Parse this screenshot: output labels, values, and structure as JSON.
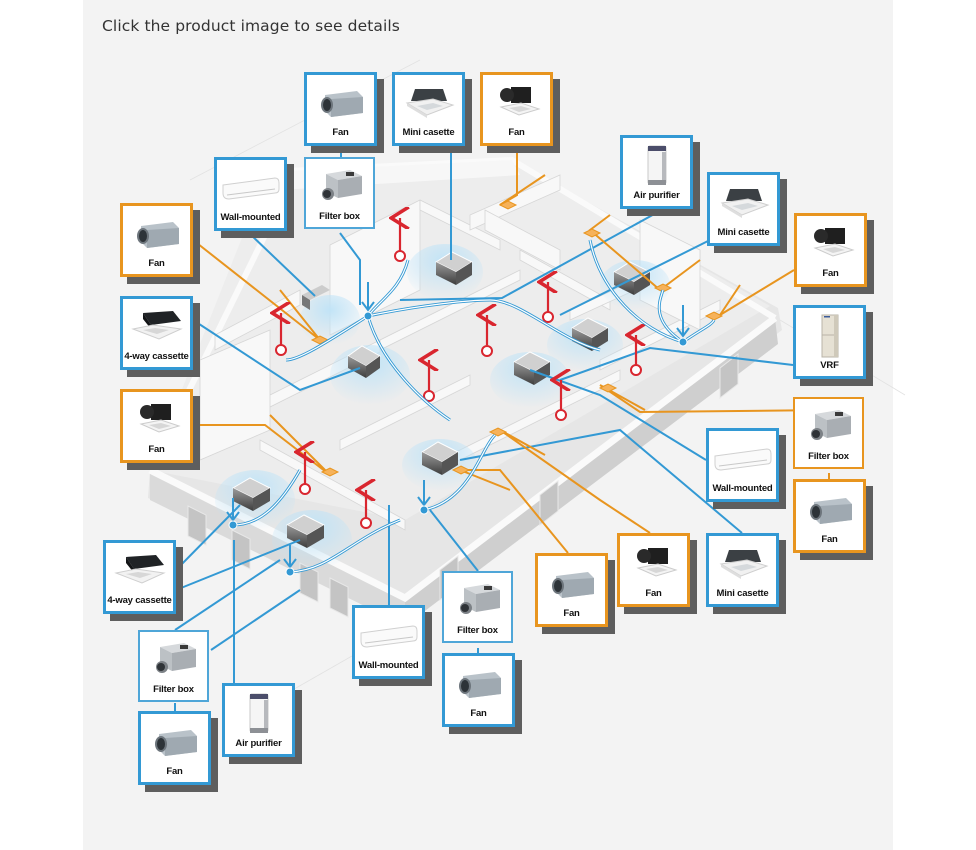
{
  "page": {
    "instruction": "Click the product image to see details"
  },
  "colors": {
    "blue_accent": "#3399d4",
    "orange_accent": "#e8951f",
    "exhaust_red": "#d9262f",
    "panel_bg": "#f3f3f3"
  },
  "cards": [
    {
      "id": "fan-top-1",
      "label": "Fan",
      "icon": "duct-fan-icon",
      "accent": "blue"
    },
    {
      "id": "mini-casette-top",
      "label": "Mini casette",
      "icon": "mini-cassette-icon",
      "accent": "blue"
    },
    {
      "id": "fan-top-2",
      "label": "Fan",
      "icon": "ceiling-fan-icon",
      "accent": "orange"
    },
    {
      "id": "wall-mounted-top",
      "label": "Wall-mounted",
      "icon": "wall-mounted-ac-icon",
      "accent": "blue"
    },
    {
      "id": "filter-box-top",
      "label": "Filter box",
      "icon": "filter-box-icon",
      "accent": "blue"
    },
    {
      "id": "fan-left-1",
      "label": "Fan",
      "icon": "duct-fan-icon",
      "accent": "orange"
    },
    {
      "id": "air-purifier-top",
      "label": "Air purifier",
      "icon": "air-purifier-icon",
      "accent": "blue"
    },
    {
      "id": "mini-casette-right",
      "label": "Mini casette",
      "icon": "mini-cassette-icon",
      "accent": "blue"
    },
    {
      "id": "fan-right-1",
      "label": "Fan",
      "icon": "ceiling-fan-icon",
      "accent": "orange"
    },
    {
      "id": "four-way-cassette-left",
      "label": "4-way cassette",
      "icon": "four-way-cassette-icon",
      "accent": "blue"
    },
    {
      "id": "vrf-right",
      "label": "VRF",
      "icon": "vrf-unit-icon",
      "accent": "blue"
    },
    {
      "id": "fan-left-2",
      "label": "Fan",
      "icon": "ceiling-fan-icon",
      "accent": "orange"
    },
    {
      "id": "filter-box-right",
      "label": "Filter box",
      "icon": "filter-box-icon",
      "accent": "orange"
    },
    {
      "id": "wall-mounted-right",
      "label": "Wall-mounted",
      "icon": "wall-mounted-ac-icon",
      "accent": "blue"
    },
    {
      "id": "fan-right-2",
      "label": "Fan",
      "icon": "duct-fan-icon",
      "accent": "orange"
    },
    {
      "id": "four-way-cassette-bottom",
      "label": "4-way cassette",
      "icon": "four-way-cassette-icon",
      "accent": "blue"
    },
    {
      "id": "fan-bottom-1",
      "label": "Fan",
      "icon": "duct-fan-icon",
      "accent": "orange"
    },
    {
      "id": "fan-bottom-2",
      "label": "Fan",
      "icon": "ceiling-fan-icon",
      "accent": "orange"
    },
    {
      "id": "mini-casette-bottom",
      "label": "Mini casette",
      "icon": "mini-cassette-icon",
      "accent": "blue"
    },
    {
      "id": "filter-box-bottom",
      "label": "Filter box",
      "icon": "filter-box-icon",
      "accent": "blue"
    },
    {
      "id": "wall-mounted-bottom",
      "label": "Wall-mounted",
      "icon": "wall-mounted-ac-icon",
      "accent": "blue"
    },
    {
      "id": "fan-bottom-3",
      "label": "Fan",
      "icon": "duct-fan-icon",
      "accent": "blue"
    },
    {
      "id": "filter-box-bottom-left",
      "label": "Filter box",
      "icon": "filter-box-icon",
      "accent": "blue"
    },
    {
      "id": "air-purifier-bottom",
      "label": "Air purifier",
      "icon": "air-purifier-icon",
      "accent": "blue"
    },
    {
      "id": "fan-bottom-left",
      "label": "Fan",
      "icon": "duct-fan-icon",
      "accent": "blue"
    }
  ]
}
